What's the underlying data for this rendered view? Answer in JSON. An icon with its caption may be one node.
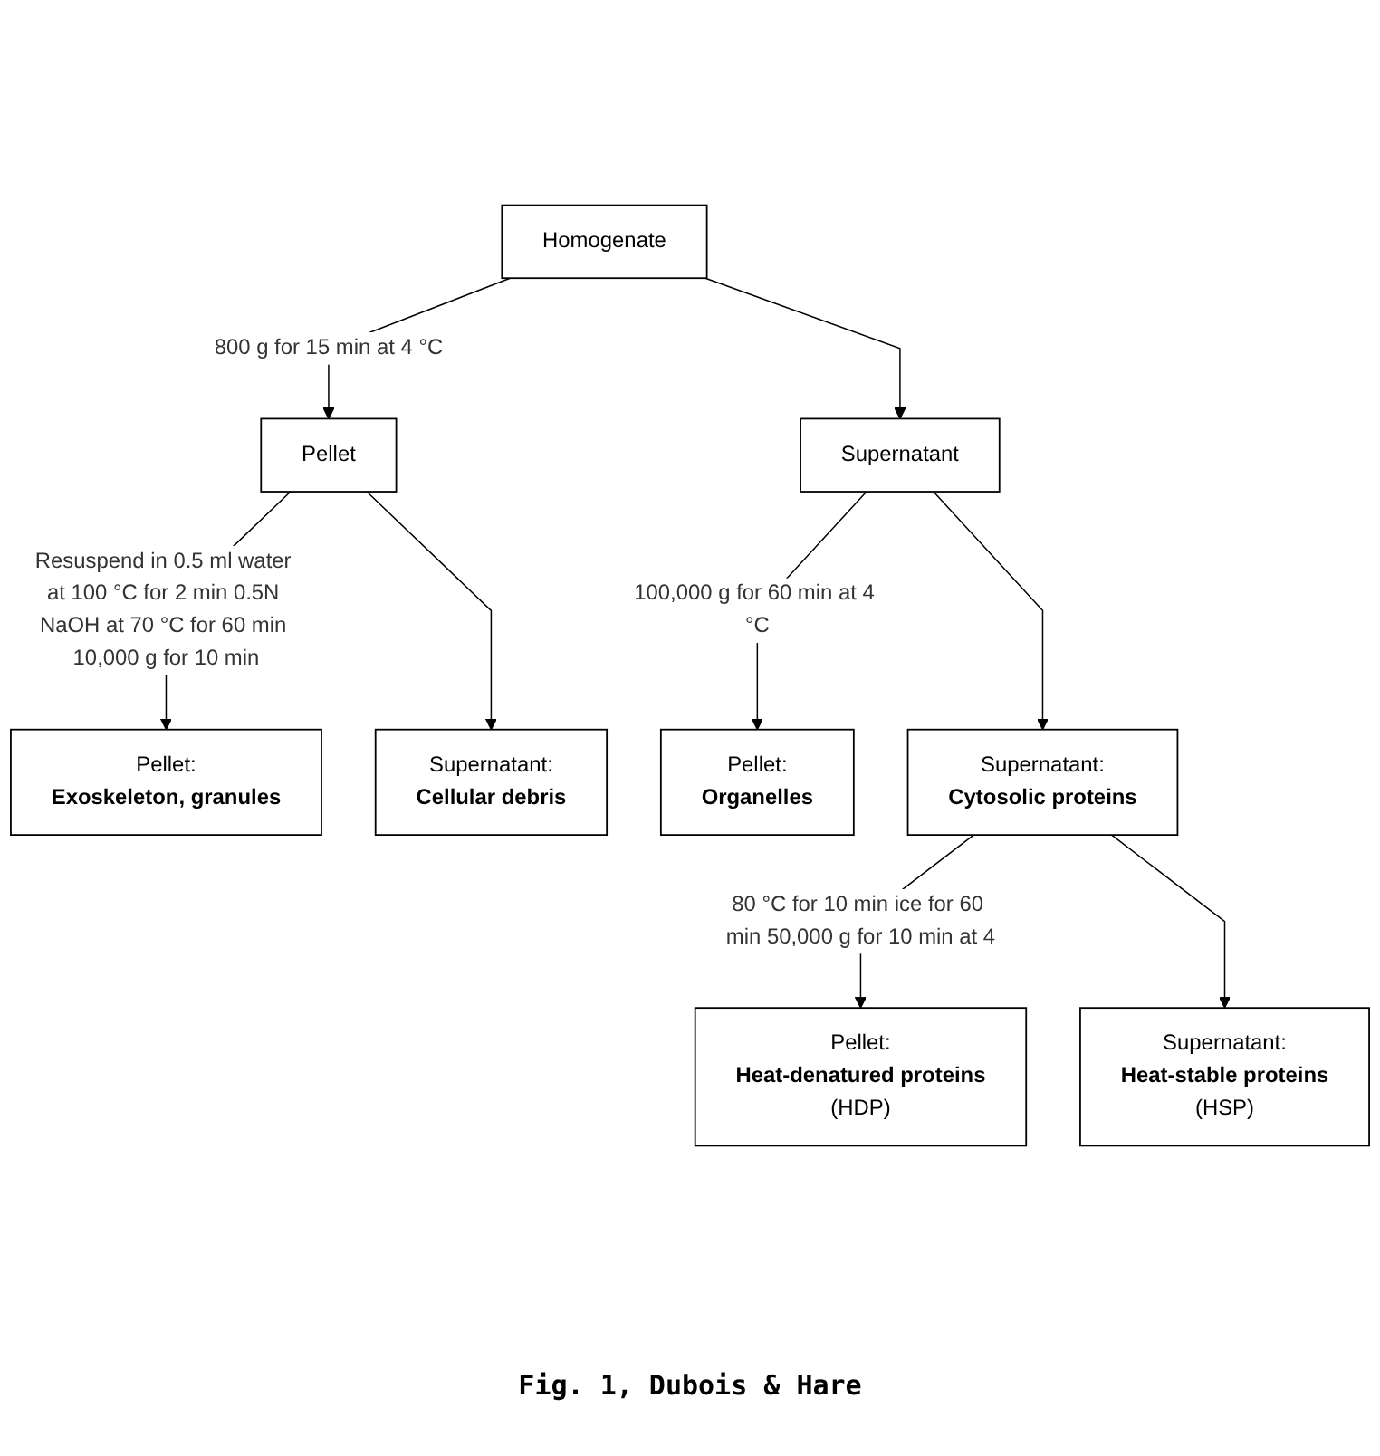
{
  "diagram": {
    "caption": "Fig. 1, Dubois & Hare",
    "nodes": [
      {
        "text": [
          "Homogenate"
        ]
      },
      {
        "text": [
          "Pellet"
        ]
      },
      {
        "text": [
          "Supernatant"
        ]
      },
      {
        "text": [
          "Pellet:",
          "Exoskeleton, granules"
        ]
      },
      {
        "text": [
          "Supernatant:",
          "Cellular debris"
        ]
      },
      {
        "text": [
          "Pellet:",
          "Organelles"
        ]
      },
      {
        "text": [
          "Supernatant:",
          "Cytosolic proteins"
        ]
      },
      {
        "text": [
          "Pellet:",
          "Heat-denatured proteins",
          "(HDP)"
        ]
      },
      {
        "text": [
          "Supernatant:",
          "Heat-stable proteins",
          "(HSP)"
        ]
      }
    ],
    "edges": [
      {
        "from": 0,
        "to": 1,
        "arrow": "to",
        "label": "800 g for 15 min at 4 °C"
      },
      {
        "from": 0,
        "to": 2,
        "arrow": "to"
      },
      {
        "from": 1,
        "to": 3,
        "arrow": "to",
        "label": "Resuspend in 0.5 ml water at 100 °C for 2 min 0.5N NaOH at 70 °C for 60 min 10,000 g for 10 min"
      },
      {
        "from": 1,
        "to": 4,
        "arrow": "to"
      },
      {
        "from": 2,
        "to": 5,
        "arrow": "to",
        "label": "100,000 g for 60 min at 4 °C"
      },
      {
        "from": 2,
        "to": 6,
        "arrow": "to"
      },
      {
        "from": 6,
        "to": 7,
        "arrow": "to",
        "label": "80 °C for 10 min ice for 60 min 50,000 g for 10 min at 4"
      },
      {
        "from": 6,
        "to": 8,
        "arrow": "to"
      }
    ]
  }
}
